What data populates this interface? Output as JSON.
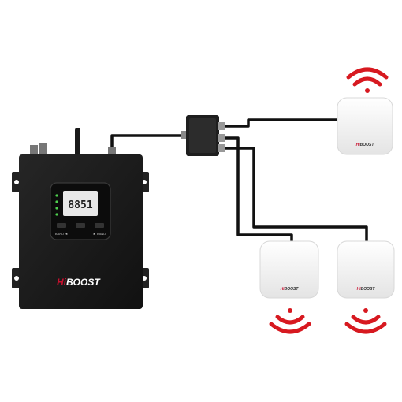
{
  "booster": {
    "brand_prefix": "Hi",
    "brand_suffix": "BOOST",
    "lcd_readout": "8851",
    "button_left_label": "BAND ◄",
    "button_right_label": "► BAND",
    "body_color": "#1b1b1b",
    "brand_prefix_color": "#c8102e"
  },
  "antennas": [
    {
      "id": "top-right",
      "brand_prefix": "Hi",
      "brand_suffix": "BOOST"
    },
    {
      "id": "bottom-left",
      "brand_prefix": "Hi",
      "brand_suffix": "BOOST"
    },
    {
      "id": "bottom-right",
      "brand_prefix": "Hi",
      "brand_suffix": "BOOST"
    }
  ],
  "colors": {
    "signal_wave": "#d71920",
    "cable": "#111111",
    "antenna_body": "#f2f2f2"
  },
  "icons": [
    "wifi-signal-icon",
    "splitter-icon",
    "antenna-icon",
    "signal-booster-icon"
  ]
}
